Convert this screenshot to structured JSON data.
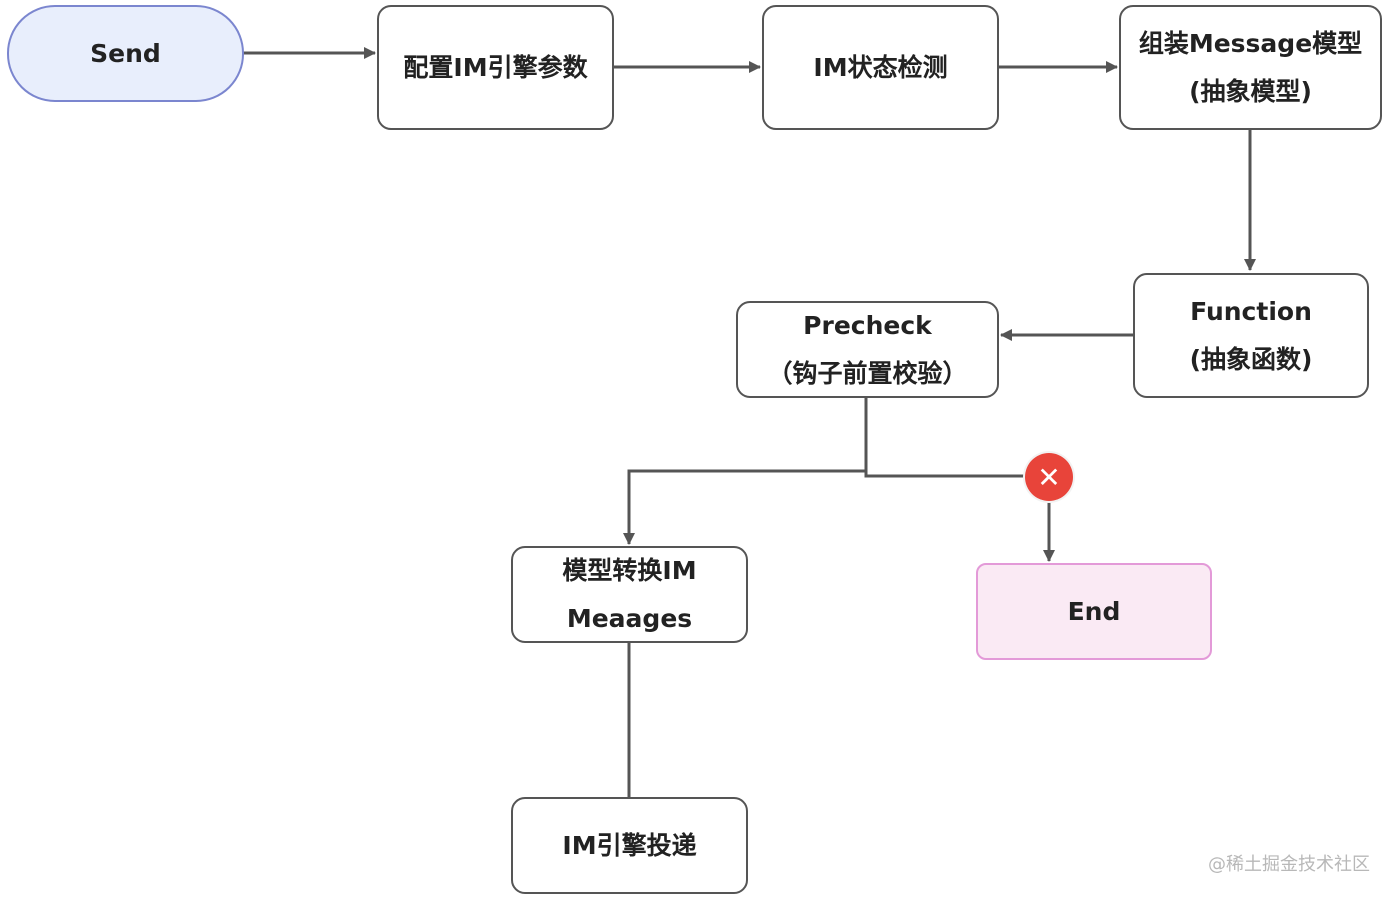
{
  "nodes": {
    "send": {
      "lines": [
        "Send"
      ]
    },
    "config": {
      "lines": [
        "配置IM引擎参数"
      ]
    },
    "status": {
      "lines": [
        "IM状态检测"
      ]
    },
    "assemble": {
      "lines": [
        "组装Message模型",
        "(抽象模型)"
      ]
    },
    "function": {
      "lines": [
        "Function",
        "(抽象函数)"
      ]
    },
    "precheck": {
      "lines": [
        "Precheck",
        "（钩子前置校验）"
      ]
    },
    "convert": {
      "lines": [
        "模型转换IM",
        "Meaages"
      ]
    },
    "end": {
      "lines": [
        "End"
      ]
    },
    "deliver": {
      "lines": [
        "IM引擎投递"
      ]
    }
  },
  "error_badge": {
    "symbol": "✕",
    "color": "#e8443a"
  },
  "watermark": "@稀土掘金技术社区",
  "colors": {
    "edge": "#555555",
    "node_border": "#555555",
    "start_fill": "#e8eefc",
    "start_border": "#7b86cf",
    "end_fill": "#faeaf4",
    "end_border": "#e39ad8"
  }
}
